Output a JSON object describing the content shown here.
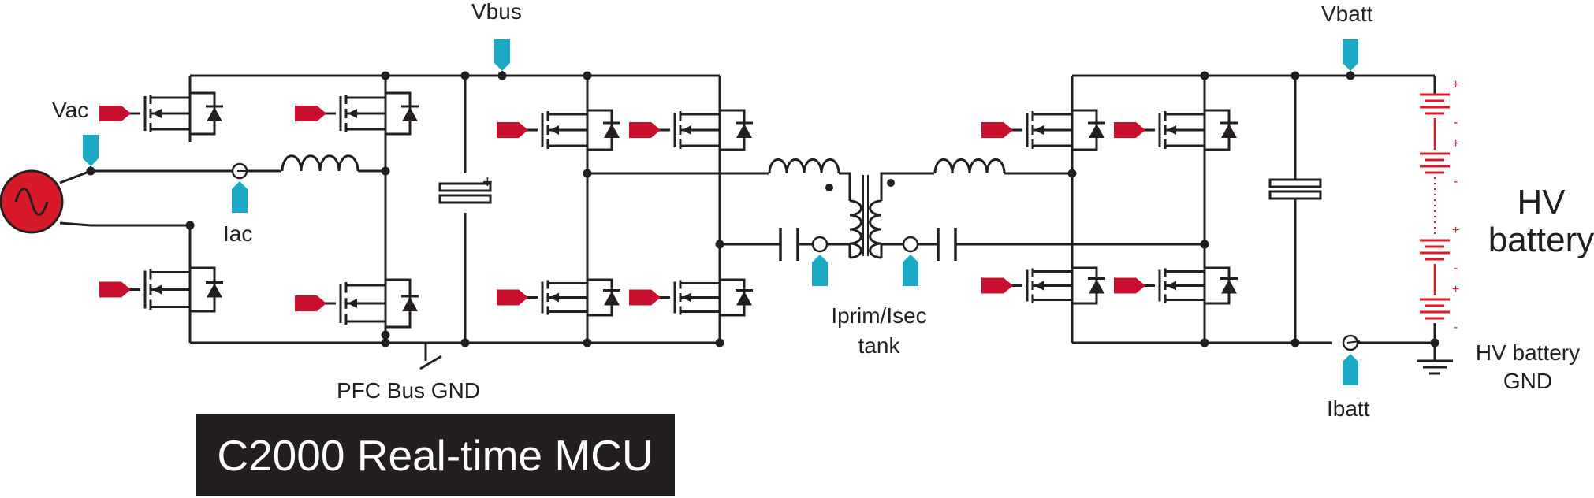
{
  "labels": {
    "vac": "Vac",
    "iac": "Iac",
    "vbus": "Vbus",
    "pfc_gnd": "PFC Bus GND",
    "iprim_line1": "Iprim/Isec",
    "iprim_line2": "tank",
    "vbatt": "Vbatt",
    "ibatt": "Ibatt",
    "hv_battery_line1": "HV",
    "hv_battery_line2": "battery",
    "hv_gnd_line1": "HV battery",
    "hv_gnd_line2": "GND",
    "mcu": "C2000 Real-time MCU",
    "plus": "+",
    "minus": "-"
  },
  "colors": {
    "wire": "#231f20",
    "gate_drive": "#c8102e",
    "sense": "#1ba9c4",
    "battery": "#d7192a",
    "source": "#d7192a",
    "mcu_bg": "#231f20",
    "mcu_text": "#ffffff"
  },
  "icons": {
    "source": "ac-source-icon",
    "switch": "mosfet-icon",
    "gate": "gate-drive-arrow-icon",
    "sense": "sense-probe-icon",
    "inductor": "inductor-icon",
    "transformer": "transformer-icon",
    "capacitor": "capacitor-icon",
    "battery": "battery-cell-icon",
    "ground": "ground-icon"
  }
}
